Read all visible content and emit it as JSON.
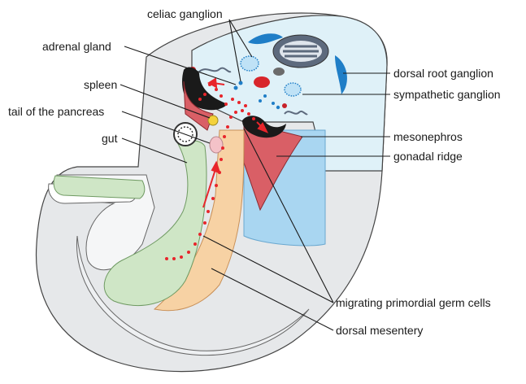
{
  "labels": {
    "celiac_ganglion": "celiac ganglion",
    "adrenal_gland": "adrenal gland",
    "spleen": "spleen",
    "tail_of_pancreas": "tail of the pancreas",
    "gut": "gut",
    "dorsal_root_ganglion": "dorsal root ganglion",
    "sympathetic_ganglion": "sympathetic ganglion",
    "mesonephros": "mesonephros",
    "gonadal_ridge": "gonadal ridge",
    "migrating_pgc": "migrating primordial germ cells",
    "dorsal_mesentery": "dorsal mesentery"
  },
  "colors": {
    "body_wall": "#e6e8ea",
    "dorsal_tissue": "#dff1f8",
    "ganglion_blue": "#1f7ec7",
    "mesonephros": "#a9d6f1",
    "gonadal_ridge": "#d95f66",
    "gut": "#cfe6c6",
    "mesentery": "#f7d2a4",
    "germ_cells": "#e8252b",
    "spinal_cord": "#5d6a7d"
  }
}
